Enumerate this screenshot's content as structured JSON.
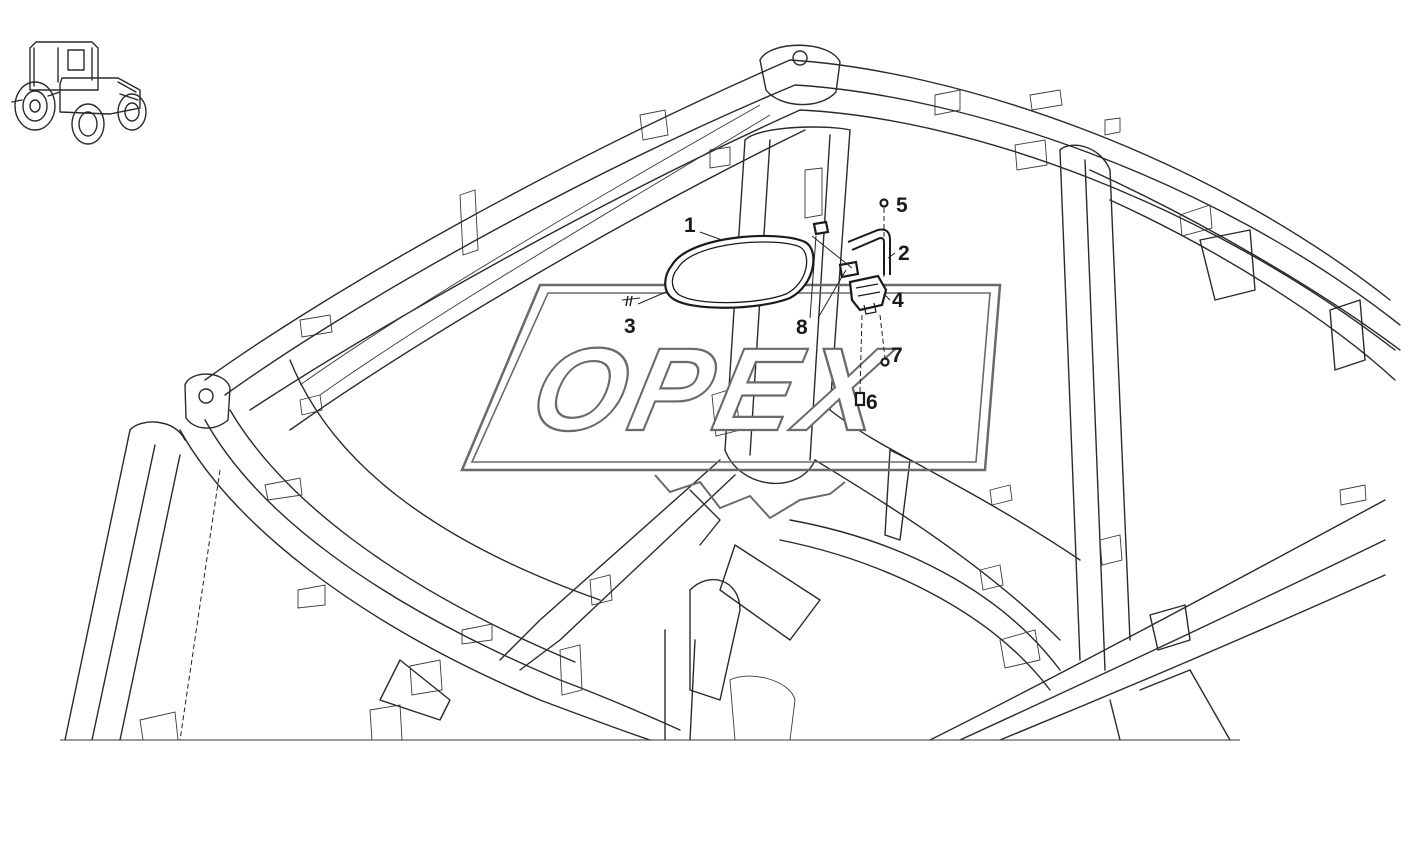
{
  "watermark": {
    "text": "OPEX",
    "color": "#6a6a6a"
  },
  "thumbnail": {
    "icon": "tractor-icon"
  },
  "callouts": [
    {
      "id": "1",
      "label": "1"
    },
    {
      "id": "2",
      "label": "2"
    },
    {
      "id": "3",
      "label": "3"
    },
    {
      "id": "4",
      "label": "4"
    },
    {
      "id": "5",
      "label": "5"
    },
    {
      "id": "6",
      "label": "6"
    },
    {
      "id": "7",
      "label": "7"
    },
    {
      "id": "8",
      "label": "8"
    }
  ]
}
